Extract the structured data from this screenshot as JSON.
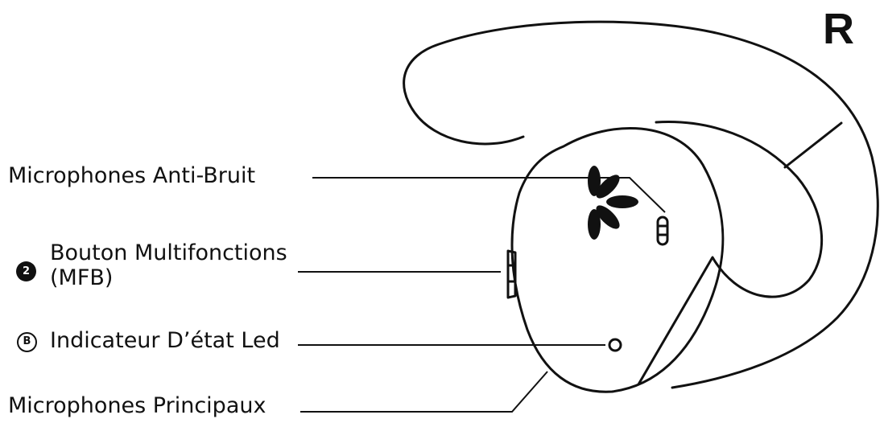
{
  "side_letter": "R",
  "callouts": {
    "anti_noise_mics": {
      "label": "Microphones Anti-Bruit"
    },
    "mfb": {
      "badge": "2",
      "label_line1": "Bouton Multifonctions",
      "label_line2": "(MFB)"
    },
    "led": {
      "badge": "B",
      "label": "Indicateur D’état Led"
    },
    "main_mics": {
      "label": "Microphones Principaux"
    }
  },
  "colors": {
    "ink": "#111111",
    "background": "#ffffff"
  }
}
